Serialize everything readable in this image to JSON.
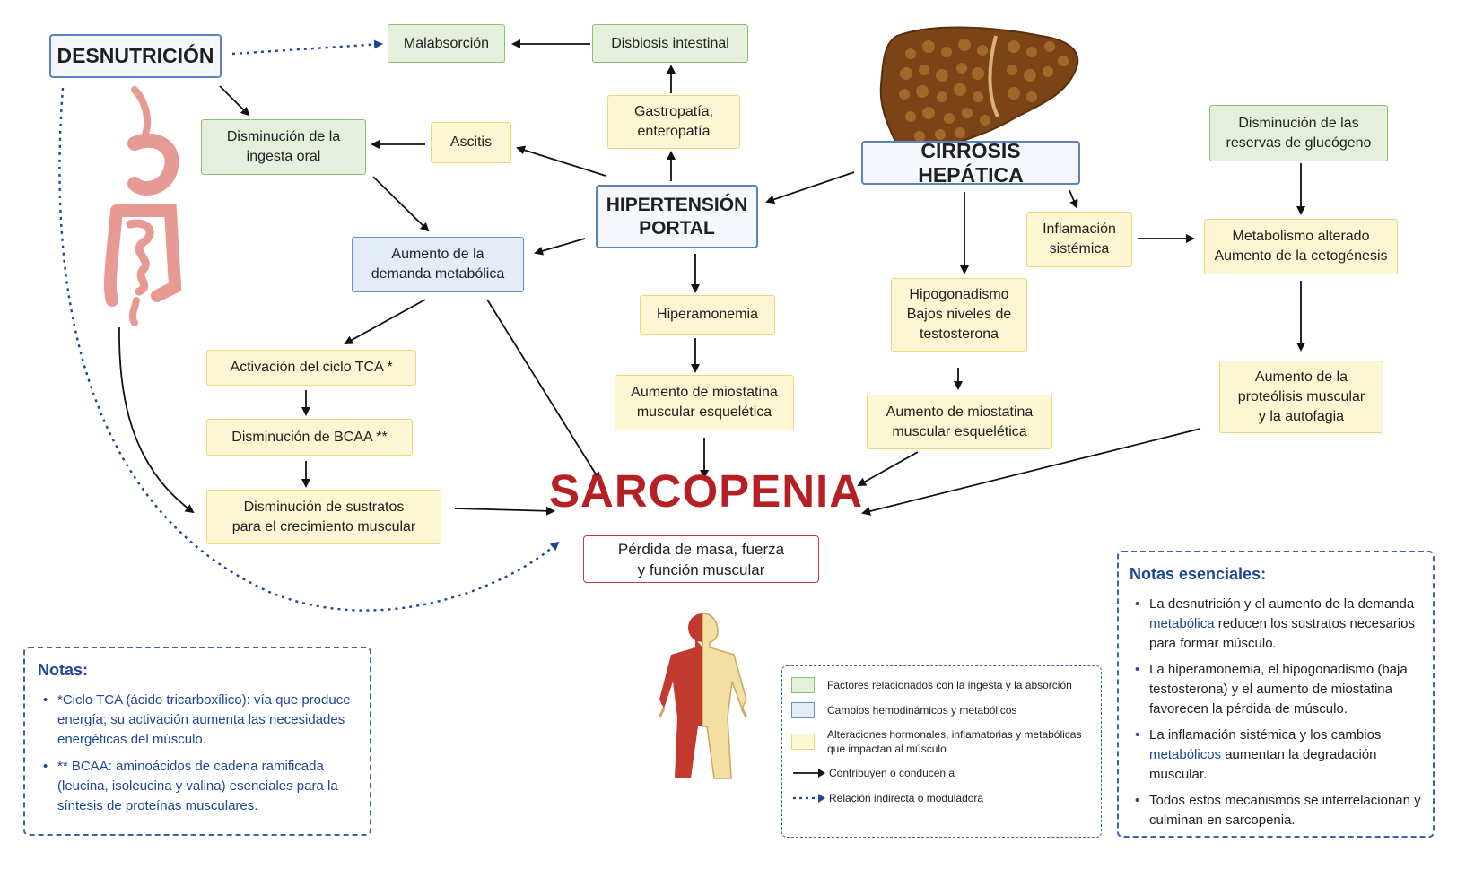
{
  "nodes": {
    "desnutricion": "DESNUTRICIÓN",
    "malabsorcion": "Malabsorción",
    "disbiosis": "Disbiosis intestinal",
    "gastropatia": "Gastropatía,\nenteropatía",
    "ascitis": "Ascitis",
    "disminucion_ingesta": "Disminución de la\ningesta oral",
    "hipertension": "HIPERTENSIÓN\nPORTAL",
    "cirrosis": "CIRROSIS HEPÁTICA",
    "aumento_demanda": "Aumento de la\ndemanda metabólica",
    "hiperamonemia": "Hiperamonemia",
    "miostatina_1": "Aumento de miostatina\nmuscular esquelética",
    "tca": "Activación del ciclo TCA *",
    "bcaa": "Disminución de BCAA **",
    "sustratos": "Disminución de sustratos\npara el crecimiento muscular",
    "hipogonadismo": "Hipogonadismo\nBajos niveles de\ntestosterona",
    "miostatina_2": "Aumento de miostatina\nmuscular esquelética",
    "inflamacion": "Inflamación\nsistémica",
    "glucogeno": "Disminución de las\nreservas de glucógeno",
    "metabolismo": "Metabolismo alterado\nAumento de la cetogénesis",
    "proteolisis": "Aumento de la\nproteólisis muscular\ny la autofagia"
  },
  "sarcopenia": {
    "title": "SARCOPENIA",
    "subtitle": "Pérdida de masa, fuerza\ny función muscular"
  },
  "notes": {
    "heading": "Notas:",
    "items": [
      "*Ciclo TCA (ácido tricarboxílico): vía que produce energía; su activación aumenta las necesidades energéticas del músculo.",
      "** BCAA: aminoácidos de cadena ramificada (leucina, isoleucina y valina) esenciales para la síntesis de proteínas musculares."
    ]
  },
  "legend": {
    "green": "Factores relacionados con la ingesta y la absorción",
    "blue": "Cambios hemodinámicos y metabólicos",
    "yellow": "Alteraciones hormonales, inflamatorias y metabólicas que impactan al músculo",
    "solid": "Contribuyen o conducen a",
    "dotted": "Relación indirecta o moduladora"
  },
  "essential": {
    "heading": "Notas esenciales:",
    "items": [
      {
        "pre": "La desnutrición y el aumento de la demanda ",
        "hl": "metabólica",
        "post": " reducen los sustratos necesarios para formar músculo."
      },
      {
        "pre": "La hiperamonemia, el hipogonadismo (baja testosterona) y el aumento de miostatina favorecen la pérdida de músculo.",
        "hl": "",
        "post": ""
      },
      {
        "pre": "La inflamación sistémica y los cambios ",
        "hl": "metabólicos",
        "post": " aumentan la degradación muscular."
      },
      {
        "pre": "Todos estos mecanismos se interrelacionan y culminan en sarcopenia.",
        "hl": "",
        "post": ""
      }
    ]
  },
  "colors": {
    "green_fill": "#e4f0dc",
    "blue_fill": "#e3ecf7",
    "yellow_fill": "#fdf6d2",
    "sarcopenia_red": "#b52025",
    "dotted_blue": "#1d4796"
  },
  "icons": [
    "liver-icon",
    "digestive-tract-icon",
    "human-musculoskeletal-icon"
  ]
}
